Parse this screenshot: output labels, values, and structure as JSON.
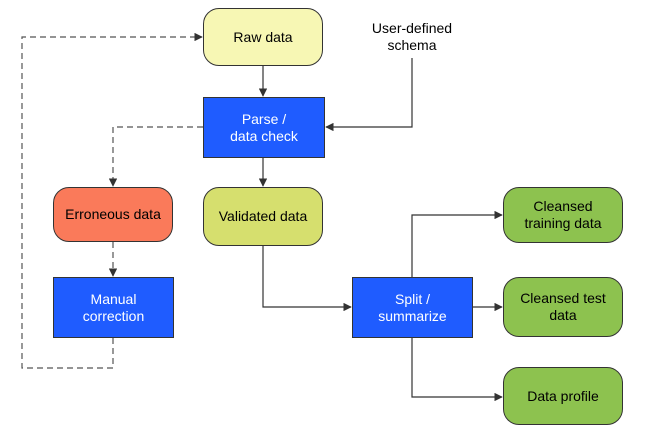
{
  "colors": {
    "raw": "#f7f7b4",
    "process": "#1f5cff",
    "error": "#fa7a5a",
    "validated": "#d6df6e",
    "output": "#8dc24f",
    "line": "#333333",
    "dashed": "#555555"
  },
  "nodes": {
    "raw_data": "Raw data",
    "schema": "User-defined\nschema",
    "parse": "Parse /\ndata check",
    "erroneous": "Erroneous data",
    "validated": "Validated data",
    "manual": "Manual\ncorrection",
    "split": "Split /\nsummarize",
    "training": "Cleansed\ntraining data",
    "test": "Cleansed test\ndata",
    "profile": "Data profile"
  }
}
